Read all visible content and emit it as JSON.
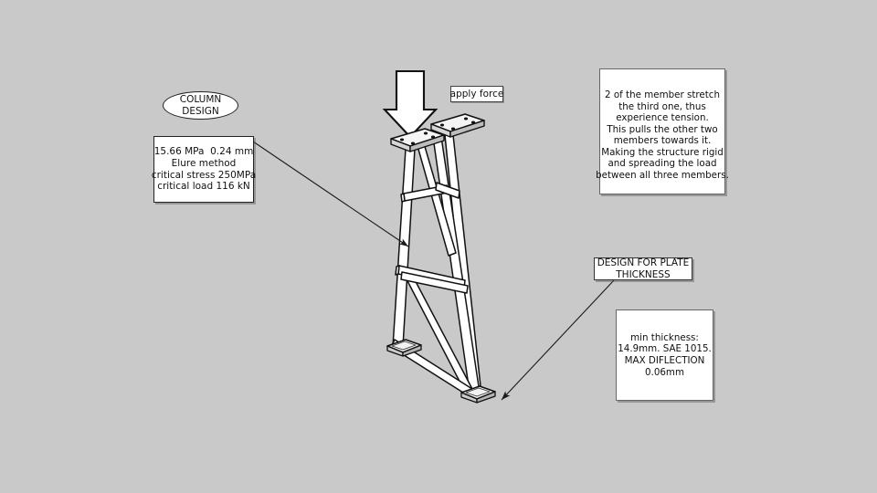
{
  "canvas": {
    "background_color": "#c9c9c9",
    "line_color": "#111111",
    "member_fill": "#ffffff"
  },
  "annotations": {
    "column_design_bubble": {
      "name": "COLUMN DESIGN",
      "lines": [
        "COLUMN",
        "DESIGN"
      ]
    },
    "column_design_details": {
      "lines": [
        "15.66 MPa  0.24 mm",
        "Elure method",
        "critical stress 250MPa",
        "critical load 116 kN"
      ]
    },
    "apply_force": {
      "label": "apply force"
    },
    "tension_note": {
      "lines": [
        "2 of the member stretch",
        "the third one, thus",
        "experience tension.",
        "This pulls the other two",
        "members towards it.",
        "Making the structure rigid",
        "and spreading the load",
        "between all three members."
      ]
    },
    "plate_thickness_label": {
      "lines": [
        "DESIGN FOR PLATE",
        "THICKNESS"
      ]
    },
    "plate_thickness_details": {
      "lines": [
        "min thickness:",
        "14.9mm. SAE 1015.",
        "MAX DIFLECTION",
        "0.06mm"
      ]
    }
  },
  "icons": {
    "force_arrow": "down-arrow-icon",
    "leader_arrow_column": "leader-arrow-icon",
    "leader_arrow_plate": "leader-arrow-icon"
  },
  "structure": {
    "title": "three-legged truss stand",
    "top_plates": 2,
    "base_plates": 2,
    "bolt_holes_per_plate": 4,
    "legs": 3,
    "cross_members": 4,
    "diagonal_braces": 2
  }
}
